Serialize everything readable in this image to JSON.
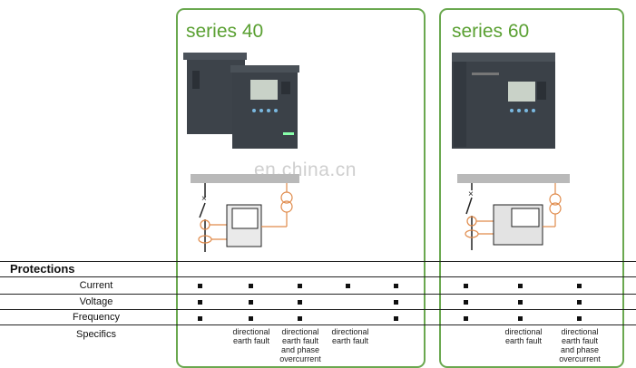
{
  "watermark": "en.china.cn",
  "series40": {
    "title": "series 40"
  },
  "series60": {
    "title": "series 60"
  },
  "table": {
    "section_title": "Protections",
    "rows": {
      "current": "Current",
      "voltage": "Voltage",
      "frequency": "Frequency",
      "specifics": "Specifics"
    },
    "specifics": {
      "col2": [
        "directional",
        "earth fault"
      ],
      "col3": [
        "directional",
        "earth fault",
        "and phase",
        "overcurrent"
      ],
      "col4": [
        "directional",
        "earth fault"
      ],
      "col7": [
        "directional",
        "earth fault"
      ],
      "col8": [
        "directional",
        "earth fault",
        "and phase",
        "overcurrent"
      ]
    }
  },
  "colors": {
    "panel_border": "#6aa84f",
    "title": "#5aa032",
    "device_body": "#3b4148",
    "diagram_line": "#e08a4a"
  }
}
